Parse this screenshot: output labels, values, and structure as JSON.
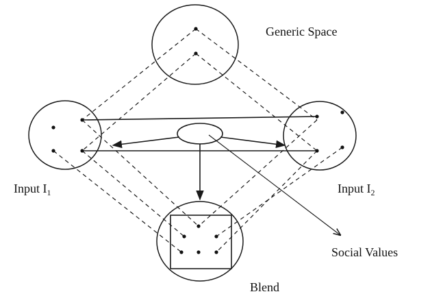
{
  "diagram": {
    "labels": {
      "generic_space": "Generic Space",
      "input_1": "Input I",
      "input_1_subscript": "1",
      "input_2": "Input I",
      "input_2_subscript": "2",
      "blend": "Blend",
      "social_values": "Social Values"
    },
    "spaces": [
      "Generic Space",
      "Input I1",
      "Input I2",
      "Blend"
    ]
  }
}
